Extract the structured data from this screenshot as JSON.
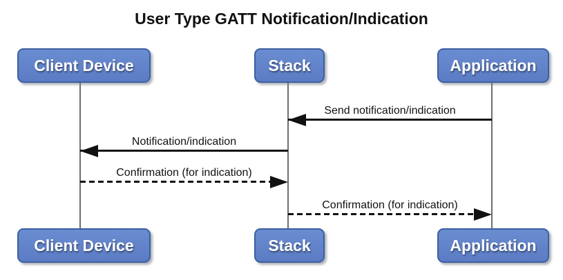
{
  "title": "User Type GATT Notification/Indication",
  "actors": [
    {
      "id": "client-device",
      "name": "Client Device"
    },
    {
      "id": "stack",
      "name": "Stack"
    },
    {
      "id": "application",
      "name": "Application"
    }
  ],
  "messages": [
    {
      "label": "Send notification/indication",
      "from": "Application",
      "to": "Stack",
      "line": "solid",
      "direction": "left"
    },
    {
      "label": "Notification/indication",
      "from": "Stack",
      "to": "Client Device",
      "line": "solid",
      "direction": "left"
    },
    {
      "label": "Confirmation (for indication)",
      "from": "Client Device",
      "to": "Stack",
      "line": "dashed",
      "direction": "right"
    },
    {
      "label": "Confirmation (for indication)",
      "from": "Stack",
      "to": "Application",
      "line": "dashed",
      "direction": "right"
    }
  ],
  "colors": {
    "actor_fill": "#5b7cc4",
    "actor_fill_top": "#6a8cd0",
    "actor_border": "#3d5fa0",
    "actor_text": "#ffffff",
    "lifeline": "#6e6e6e",
    "message": "#111111",
    "title": "#111111",
    "background": "#ffffff"
  }
}
